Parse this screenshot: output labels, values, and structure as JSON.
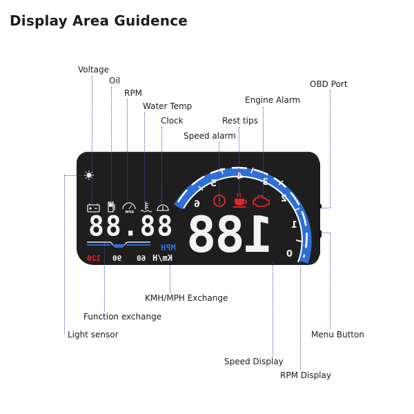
{
  "title": "Display Area Guidence",
  "labels": {
    "voltage": "Voltage",
    "oil": "Oil",
    "rpm": "RPM",
    "water_temp": "Water Temp",
    "clock": "Clock",
    "speed_alarm": "Speed alarm",
    "rest_tips": "Rest tips",
    "engine_alarm": "Engine Alarm",
    "obd_port": "OBD Port",
    "light_sensor": "Light sensor",
    "function_exchange": "Function exchange",
    "kmh_mph_exchange": "KMH/MPH Exchange",
    "menu_button": "Menu Button",
    "speed_display": "Speed Display",
    "rpm_display": "RPM Display"
  },
  "device": {
    "function_readout": "88.88",
    "speed_readout": "188",
    "rpm_icon_text": "RPM",
    "unit_mph": "MPH",
    "unit_kmh": "Km/H",
    "speed_marks": [
      "60",
      "90",
      "120"
    ],
    "rpm_scale": [
      "0",
      "1",
      "2",
      "3",
      "4",
      "5",
      "6"
    ],
    "colors": {
      "body": "#1e1e1e",
      "accent_blue": "#2f6fd6",
      "alarm_red": "#e0262a",
      "digit_white": "#f3f3f3",
      "leader_line": "#4a4fb0"
    }
  }
}
